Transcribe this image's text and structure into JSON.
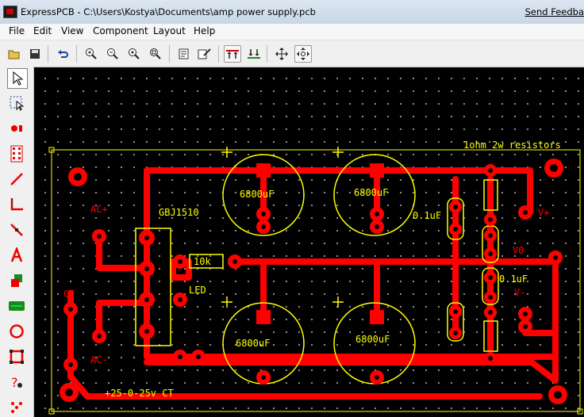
{
  "window": {
    "title": "ExpressPCB - C:\\Users\\Kostya\\Documents\\amp power supply.pcb",
    "feedback_link": "Send Feedba"
  },
  "menu": [
    "File",
    "Edit",
    "View",
    "Component",
    "Layout",
    "Help"
  ],
  "toolbar_icons": [
    "open-icon",
    "save-icon",
    "undo-icon",
    "zoom-in-icon",
    "zoom-out-icon",
    "zoom-fit-icon",
    "zoom-page-icon",
    "properties-icon",
    "pad-properties-icon",
    "top-layer-icon",
    "bottom-layer-icon",
    "move-icon",
    "move-center-icon"
  ],
  "left_tools": [
    "select-icon",
    "select-box-icon",
    "pad-icon",
    "component-icon",
    "trace-icon",
    "trace-corner-icon",
    "trace-node-icon",
    "text-icon",
    "fill-plane-icon",
    "component-place-icon",
    "circle-icon",
    "rectangle-icon",
    "query-icon",
    "dots-icon"
  ],
  "colors": {
    "copper": "#ff0000",
    "silkscreen": "#ffff00",
    "board_bg": "#000000"
  },
  "pcb": {
    "note": "1ohm 2w resistors",
    "bridge": "GBJ1510",
    "resistor": "10k",
    "led": "LED",
    "caps": [
      "6800uF",
      "6800uF",
      "6800uF",
      "6800uF"
    ],
    "small_caps": [
      "0.1uF",
      "0.1uF"
    ],
    "ac_plus": "AC+",
    "ac_minus": "AC-",
    "ct": "CT",
    "vplus": "V+",
    "v0": "V0",
    "vminus": "V-",
    "bottom_label": "+25-0-25v CT"
  }
}
